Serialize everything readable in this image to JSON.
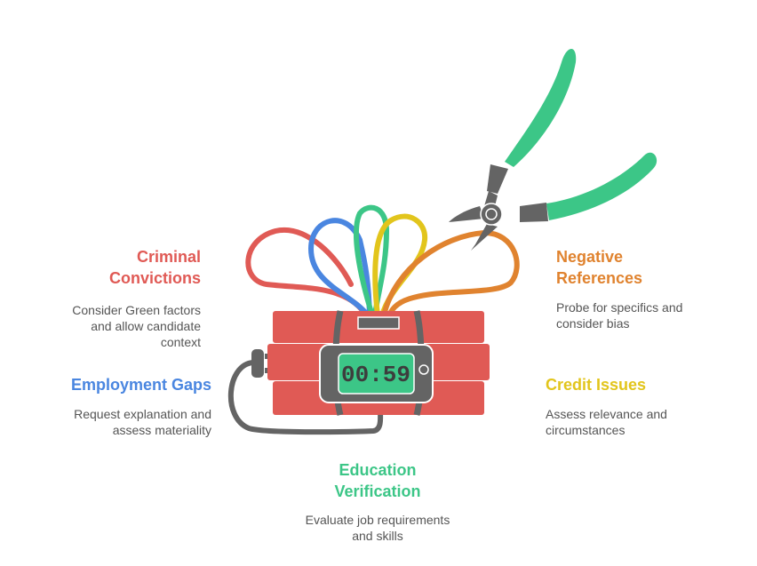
{
  "timer": "00:59",
  "colors": {
    "red": "#e05a55",
    "blue": "#4a86e0",
    "green": "#3cc687",
    "yellow": "#e2c51c",
    "orange": "#e0832f",
    "gray": "#646464"
  },
  "items": {
    "criminal": {
      "title_line1": "Criminal",
      "title_line2": "Convictions",
      "desc_line1": "Consider Green factors",
      "desc_line2": "and allow candidate",
      "desc_line3": "context"
    },
    "employment": {
      "title": "Employment Gaps",
      "desc_line1": "Request explanation and",
      "desc_line2": "assess materiality"
    },
    "negative": {
      "title_line1": "Negative",
      "title_line2": "References",
      "desc_line1": "Probe for specifics and",
      "desc_line2": "consider bias"
    },
    "credit": {
      "title": "Credit Issues",
      "desc_line1": "Assess relevance and",
      "desc_line2": "circumstances"
    },
    "education": {
      "title_line1": "Education",
      "title_line2": "Verification",
      "desc_line1": "Evaluate job requirements",
      "desc_line2": "and skills"
    }
  }
}
